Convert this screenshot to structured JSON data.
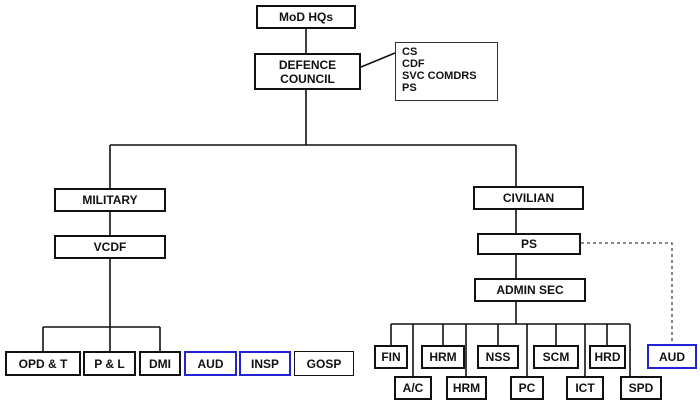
{
  "nodes": {
    "mod_hqs": "MoD HQs",
    "defence_council": [
      "DEFENCE",
      "COUNCIL"
    ],
    "council_members": [
      "CS",
      "CDF",
      "SVC COMDRS",
      "PS"
    ],
    "military": "MILITARY",
    "vcdf": "VCDF",
    "military_units": [
      "OPD & T",
      "P & L",
      "DMI",
      "AUD",
      "INSP",
      "GOSP"
    ],
    "civilian": "CIVILIAN",
    "ps": "PS",
    "admin_sec": "ADMIN SEC",
    "civil_top": [
      "FIN",
      "HRM",
      "NSS",
      "SCM",
      "HRD",
      "AUD"
    ],
    "civil_bottom": [
      "A/C",
      "HRM",
      "PC",
      "ICT",
      "SPD"
    ]
  },
  "colors": {
    "line": "#111111",
    "highlight_border": "#2323d6"
  }
}
